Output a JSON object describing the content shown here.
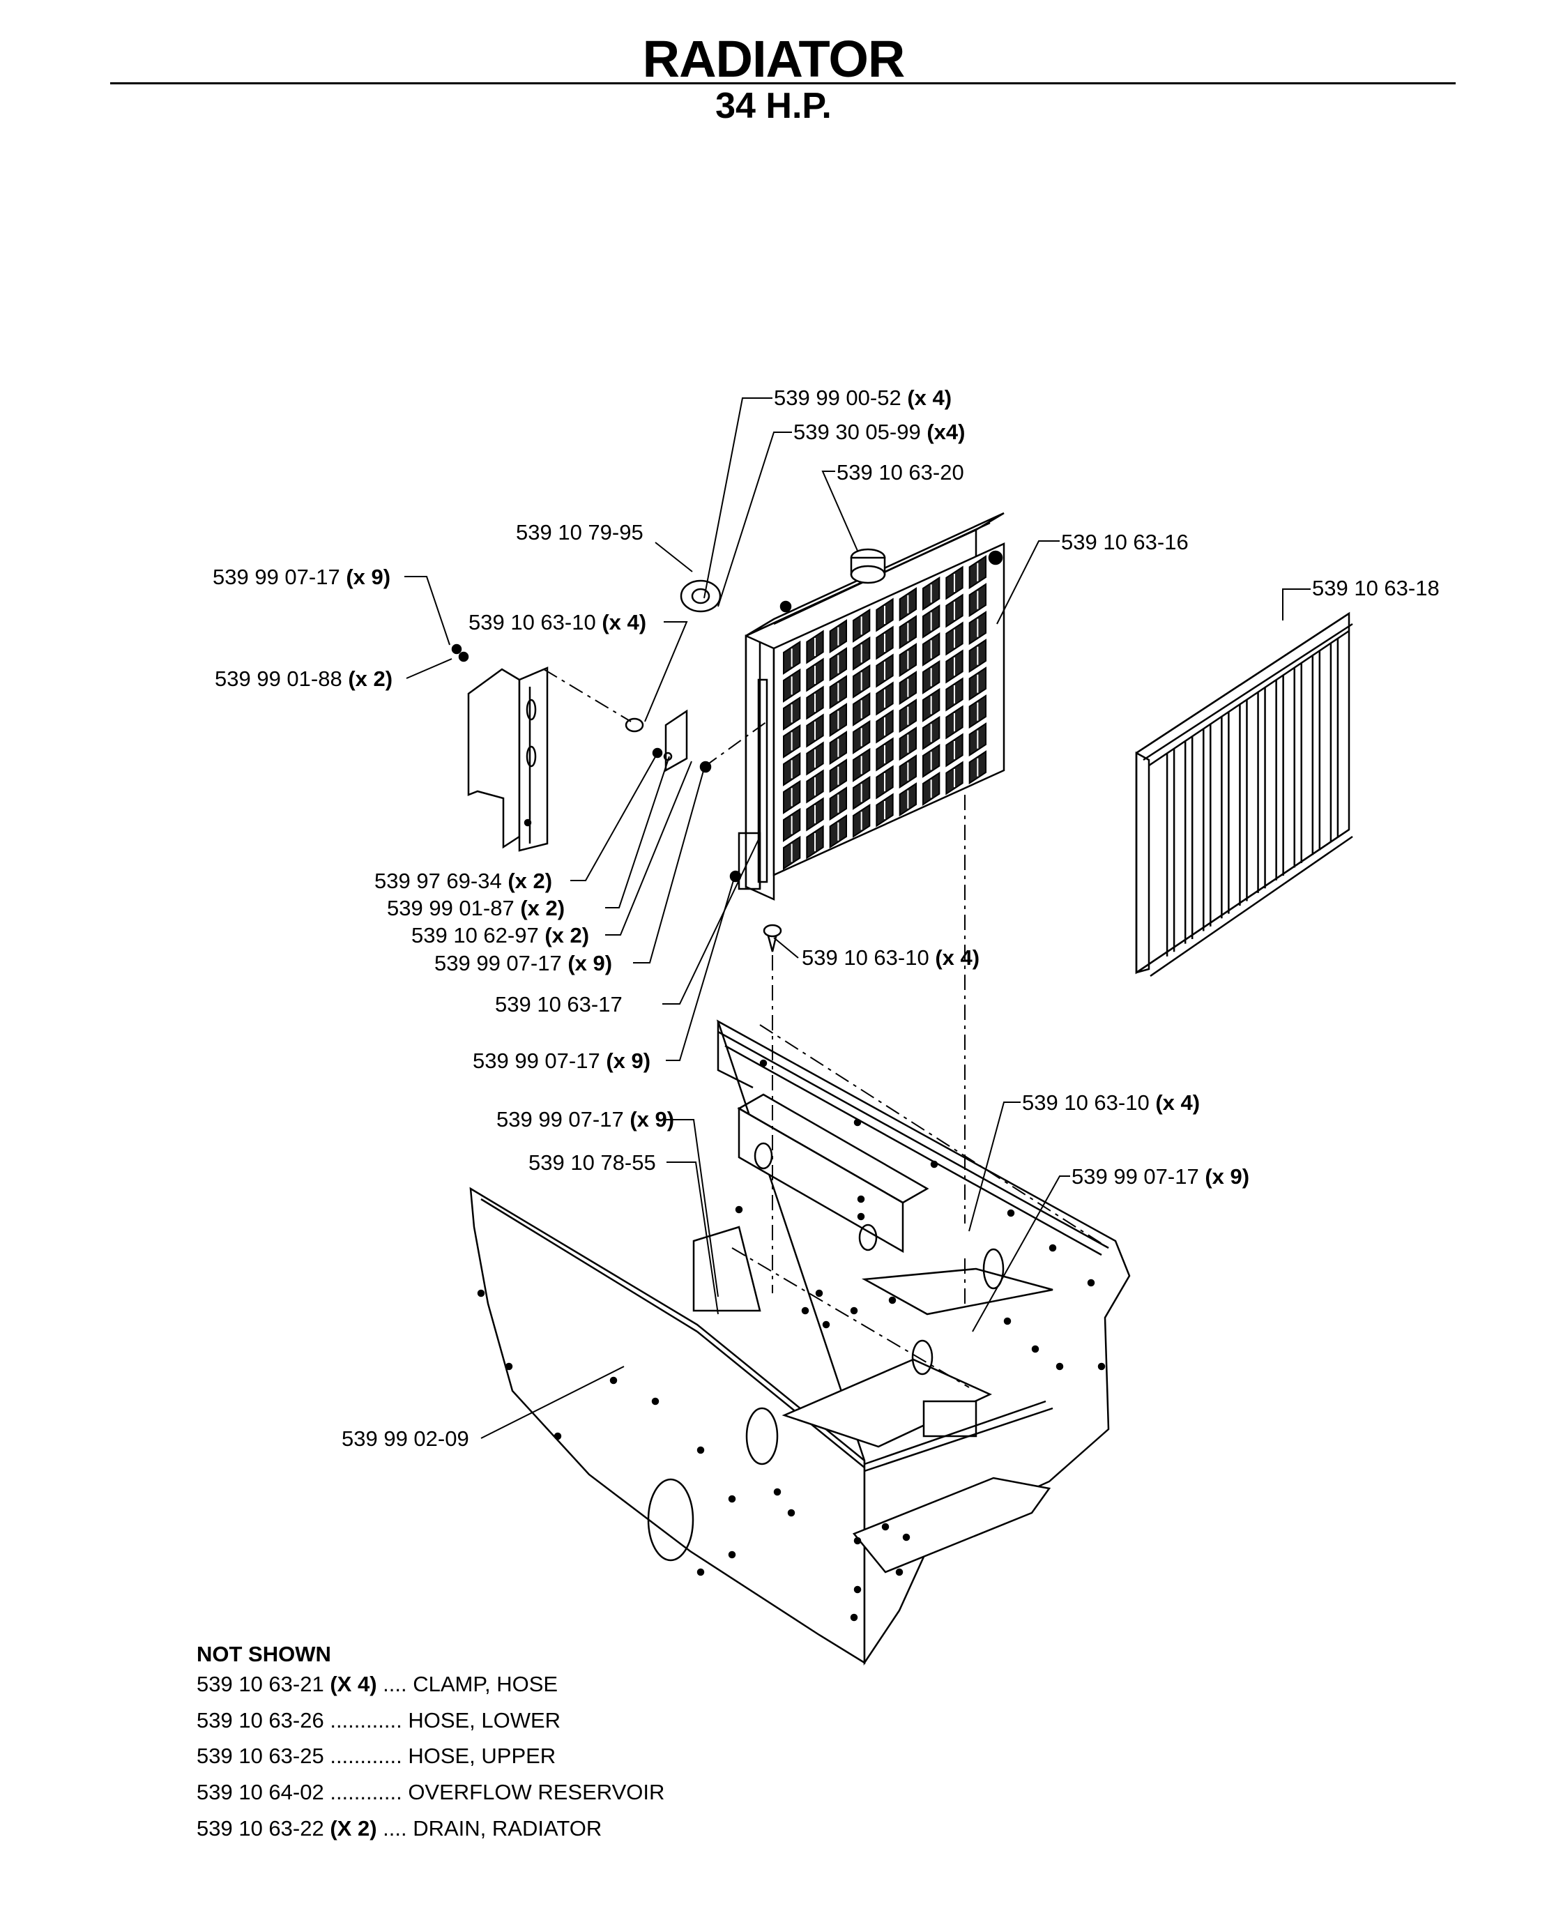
{
  "title": "RADIATOR",
  "subtitle": "34 H.P.",
  "callouts": [
    {
      "part": "539 99 00-52",
      "qty": "(x 4)"
    },
    {
      "part": "539 30 05-99",
      "qty": "(x4)"
    },
    {
      "part": "539 10 63-20",
      "qty": ""
    },
    {
      "part": "539 10 79-95",
      "qty": ""
    },
    {
      "part": "539 10 63-16",
      "qty": ""
    },
    {
      "part": "539 10 63-18",
      "qty": ""
    },
    {
      "part": "539 99 07-17",
      "qty": "(x 9)"
    },
    {
      "part": "539 10 63-10",
      "qty": "(x 4)"
    },
    {
      "part": "539 99 01-88",
      "qty": "(x 2)"
    },
    {
      "part": "539 97 69-34",
      "qty": "(x 2)"
    },
    {
      "part": "539 99 01-87",
      "qty": "(x 2)"
    },
    {
      "part": "539 10 62-97",
      "qty": "(x 2)"
    },
    {
      "part": "539 99 07-17",
      "qty": "(x 9)"
    },
    {
      "part": "539 10 63-10",
      "qty": "(x 4)"
    },
    {
      "part": "539 10 63-17",
      "qty": ""
    },
    {
      "part": "539 99 07-17",
      "qty": "(x 9)"
    },
    {
      "part": "539 10 63-10",
      "qty": "(x 4)"
    },
    {
      "part": "539 99 07-17",
      "qty": "(x 9)"
    },
    {
      "part": "539 10 78-55",
      "qty": ""
    },
    {
      "part": "539 99 07-17",
      "qty": "(x 9)"
    },
    {
      "part": "539 99 02-09",
      "qty": ""
    }
  ],
  "not_shown": {
    "heading": "NOT SHOWN",
    "items": [
      {
        "part": "539 10 63-21",
        "qty": "(X 4)",
        "leader": " .... ",
        "desc": "CLAMP, HOSE"
      },
      {
        "part": "539 10 63-26",
        "qty": "",
        "leader": " ............ ",
        "desc": "HOSE, LOWER"
      },
      {
        "part": "539 10 63-25",
        "qty": "",
        "leader": " ............ ",
        "desc": "HOSE, UPPER"
      },
      {
        "part": "539 10 64-02",
        "qty": "",
        "leader": " ............ ",
        "desc": "OVERFLOW RESERVOIR"
      },
      {
        "part": "539 10 63-22",
        "qty": "(X 2)",
        "leader": " .... ",
        "desc": "DRAIN, RADIATOR"
      }
    ]
  }
}
